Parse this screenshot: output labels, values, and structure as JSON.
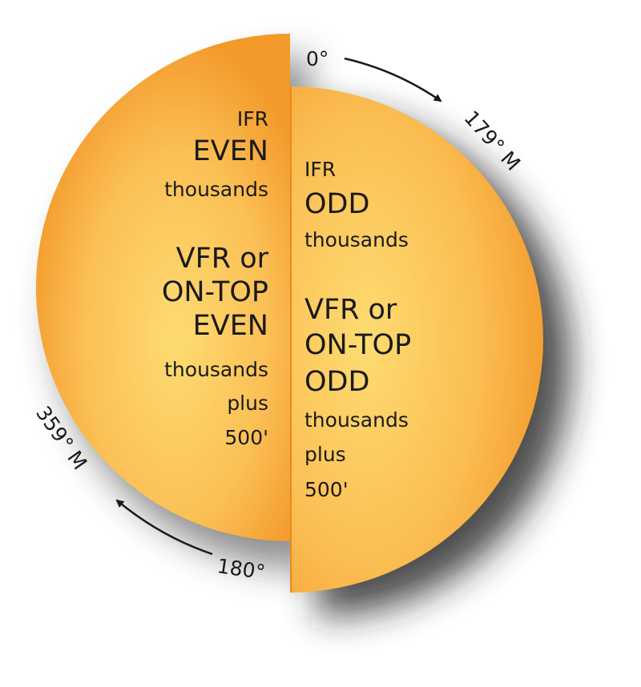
{
  "colors": {
    "center": "#fddc72",
    "edge": "#f39a2b",
    "text": "#1a1a1a",
    "shadow": "#333333"
  },
  "left_half": {
    "ifr": "IFR",
    "ifr_parity": "EVEN",
    "ifr_unit": "thousands",
    "vfr_line1": "VFR or",
    "vfr_line2": "ON-TOP",
    "vfr_parity": "EVEN",
    "vfr_unit": "thousands",
    "vfr_plus": "plus",
    "vfr_offset": "500'"
  },
  "right_half": {
    "ifr": "IFR",
    "ifr_parity": "ODD",
    "ifr_unit": "thousands",
    "vfr_line1": "VFR or",
    "vfr_line2": "ON-TOP",
    "vfr_parity": "ODD",
    "vfr_unit": "thousands",
    "vfr_plus": "plus",
    "vfr_offset": "500'"
  },
  "headings": {
    "start_east": "0°",
    "end_east": "179° M",
    "start_west": "180°",
    "end_west": "359° M"
  }
}
